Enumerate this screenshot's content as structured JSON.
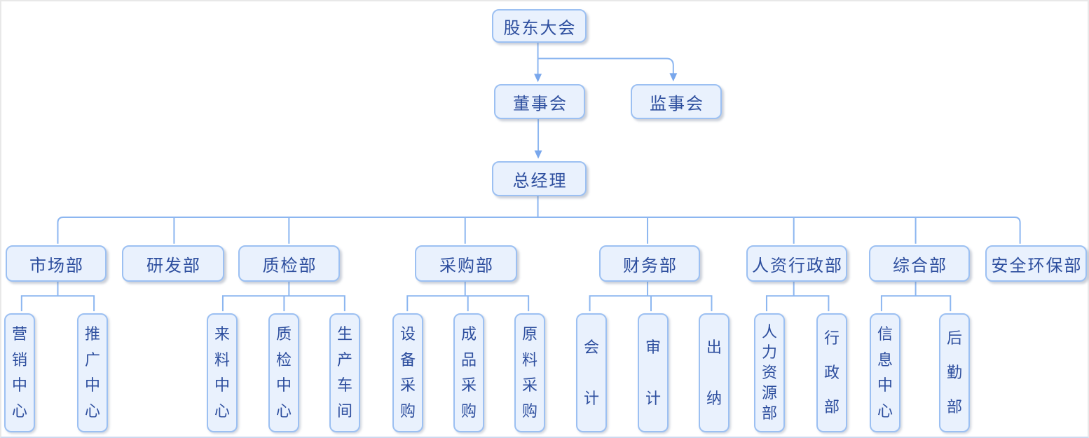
{
  "org": {
    "level1": [
      {
        "label": "股东大会",
        "children": [
          "董事会",
          "监事会"
        ]
      }
    ],
    "level2": [
      {
        "label": "董事会",
        "children": [
          "总经理"
        ]
      },
      {
        "label": "监事会",
        "children": []
      }
    ],
    "level3": [
      {
        "label": "总经理",
        "children": [
          "市场部",
          "研发部",
          "质检部",
          "采购部",
          "财务部",
          "人资行政部",
          "综合部",
          "安全环保部"
        ]
      }
    ],
    "level4": [
      {
        "label": "市场部",
        "children": [
          "营销中心",
          "推广中心"
        ]
      },
      {
        "label": "研发部",
        "children": []
      },
      {
        "label": "质检部",
        "children": [
          "来料中心",
          "质检中心",
          "生产车间"
        ]
      },
      {
        "label": "采购部",
        "children": [
          "设备采购",
          "成品采购",
          "原料采购"
        ]
      },
      {
        "label": "财务部",
        "children": [
          "会计",
          "审计",
          "出纳"
        ]
      },
      {
        "label": "人资行政部",
        "children": [
          "人力资源部",
          "行政部"
        ]
      },
      {
        "label": "综合部",
        "children": [
          "信息中心",
          "后勤部"
        ]
      },
      {
        "label": "安全环保部",
        "children": []
      }
    ],
    "level5": [
      {
        "label": "营销中心"
      },
      {
        "label": "推广中心"
      },
      {
        "label": "来料中心"
      },
      {
        "label": "质检中心"
      },
      {
        "label": "生产车间"
      },
      {
        "label": "设备采购"
      },
      {
        "label": "成品采购"
      },
      {
        "label": "原料采购"
      },
      {
        "label": "会计"
      },
      {
        "label": "审计"
      },
      {
        "label": "出纳"
      },
      {
        "label": "人力资源部"
      },
      {
        "label": "行政部"
      },
      {
        "label": "信息中心"
      },
      {
        "label": "后勤部"
      }
    ]
  },
  "colors": {
    "node_fill": "#e9f1fd",
    "node_border": "#9cc0f2",
    "node_text": "#2d4e9e",
    "connector": "#8cb6f0",
    "arrowhead": "#79a7ec",
    "canvas_background": "#ffffff",
    "canvas_border": "#e8e8e8"
  }
}
